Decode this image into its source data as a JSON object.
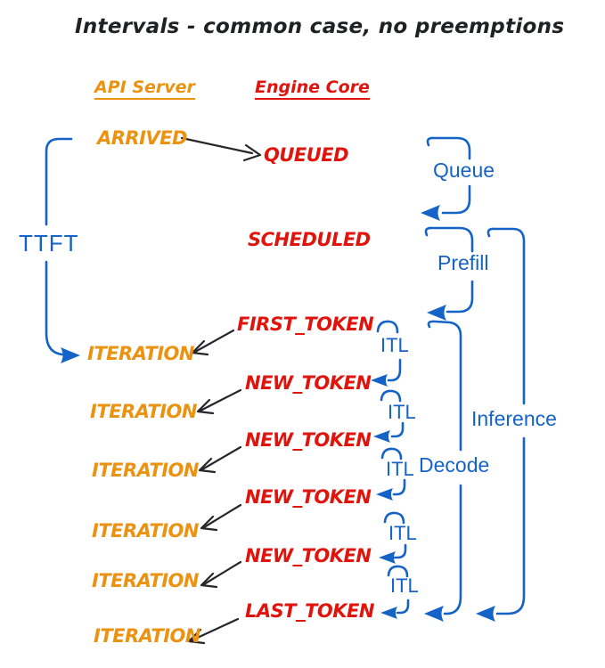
{
  "title": "Intervals - common case, no preemptions",
  "columns": {
    "api_server": "API Server",
    "engine_core": "Engine Core"
  },
  "events": {
    "arrived": "ARRIVED",
    "queued": "QUEUED",
    "scheduled": "SCHEDULED",
    "first_token": "FIRST_TOKEN",
    "new_token": "NEW_TOKEN",
    "last_token": "LAST_TOKEN",
    "iteration": "ITERATION"
  },
  "intervals": {
    "ttft": "TTFT",
    "queue": "Queue",
    "prefill": "Prefill",
    "itl": "ITL",
    "decode": "Decode",
    "inference": "Inference"
  },
  "colors": {
    "api_orange": "#EB9211",
    "engine_red": "#E0140C",
    "interval_blue": "#1563C7",
    "ink_black": "#202124",
    "background": "#FFFFFF"
  }
}
